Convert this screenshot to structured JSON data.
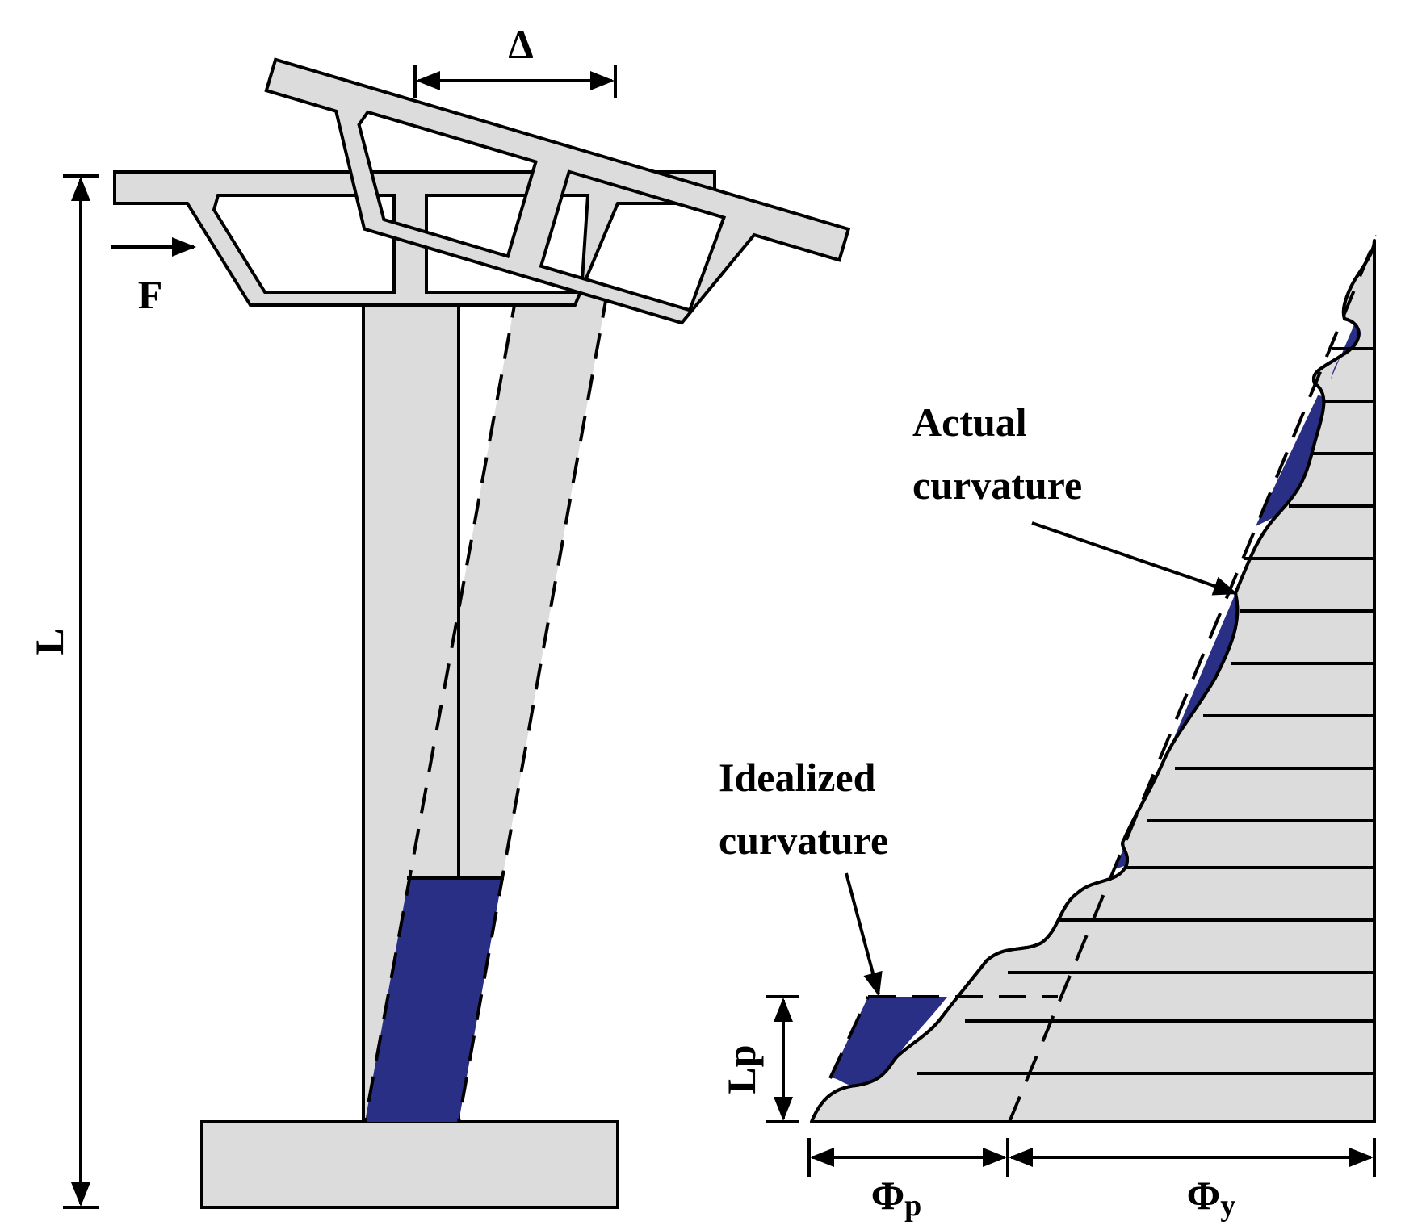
{
  "labels": {
    "delta": "Δ",
    "force": "F",
    "length": "L",
    "plastic_length": "Lp",
    "actual_curvature_line1": "Actual",
    "actual_curvature_line2": "curvature",
    "idealized_curvature_line1": "Idealized",
    "idealized_curvature_line2": "curvature",
    "phi_p_symbol": "Φ",
    "phi_p_sub": "p",
    "phi_y_symbol": "Φ",
    "phi_y_sub": "y"
  },
  "colors": {
    "fill_gray": "#dcdcdc",
    "plastic_hinge_blue": "#2a2f86",
    "stroke": "#000000",
    "background": "#ffffff"
  }
}
